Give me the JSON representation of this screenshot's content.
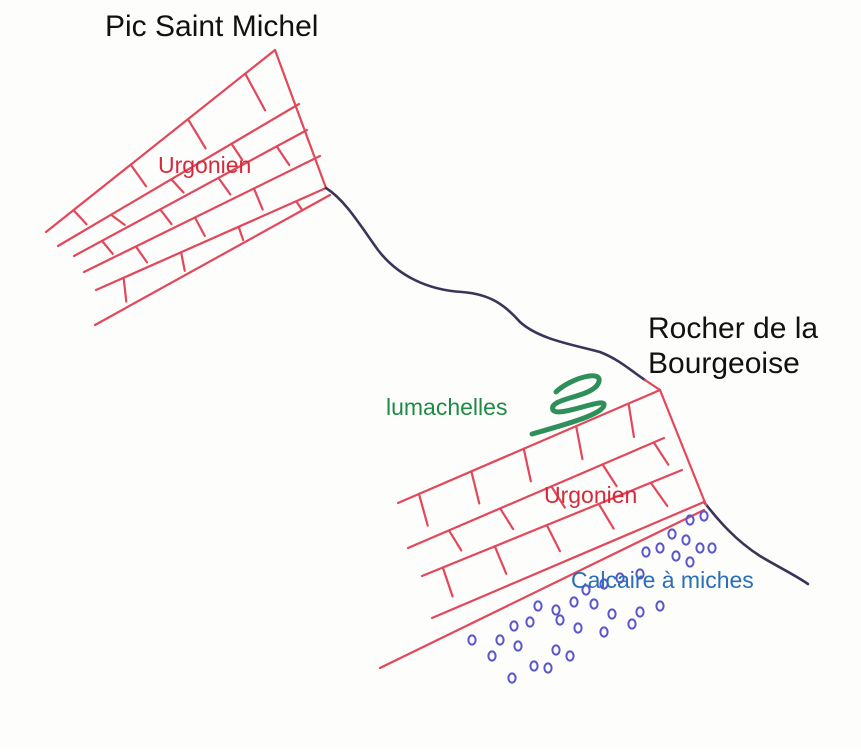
{
  "labels": {
    "pic_saint_michel": "Pic Saint Michel",
    "urgonien_top": "Urgonien",
    "rocher_line1": "Rocher de la",
    "rocher_line2": "Bourgeoise",
    "lumachelles": "lumachelles",
    "urgonien_bottom": "Urgonien",
    "calcaire": "Calcaire à miches"
  },
  "colors": {
    "background": "#fdfdfc",
    "limestone_red": "#e2475a",
    "label_red": "#d42a3c",
    "profile_dark": "#3a3558",
    "lumachelle_green": "#2f8f5a",
    "label_green": "#1f8a45",
    "miches_blue": "#5a55c8",
    "label_blue": "#2a6fb5",
    "label_black": "#111111"
  }
}
